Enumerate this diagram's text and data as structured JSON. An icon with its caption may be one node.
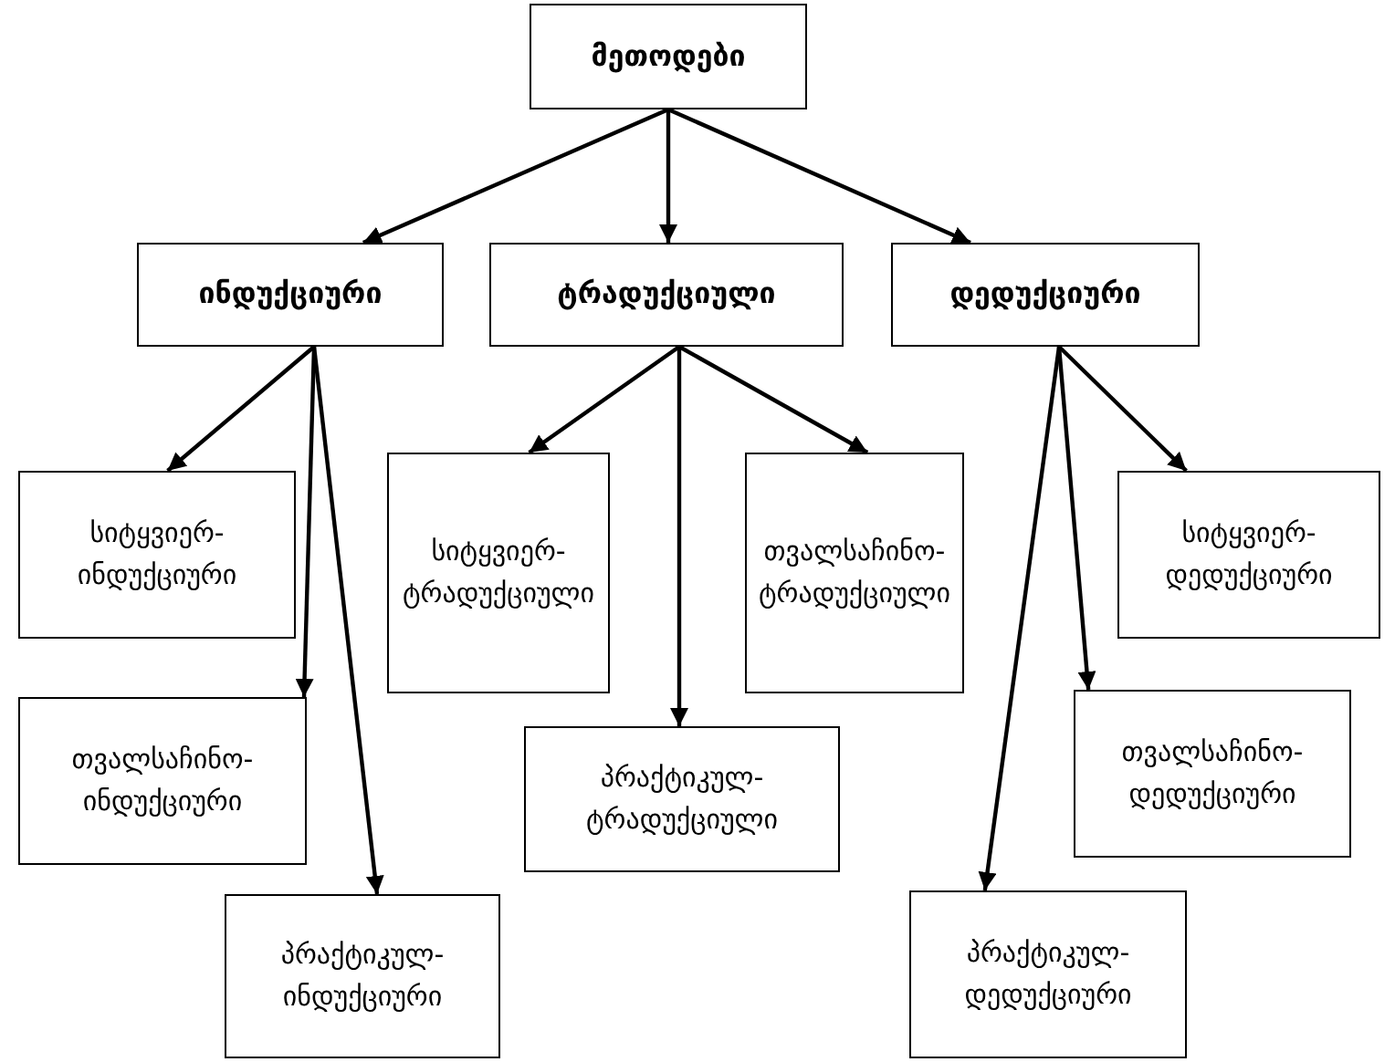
{
  "diagram": {
    "nodes": [
      {
        "text": [
          "მეთოდები"
        ]
      },
      {
        "text": [
          "ინდუქციური"
        ]
      },
      {
        "text": [
          "ტრადუქციული"
        ]
      },
      {
        "text": [
          "დედუქციური"
        ]
      },
      {
        "text": [
          "სიტყვიერ-ინდუქციური"
        ]
      },
      {
        "text": [
          "თვალსაჩინო-ინდუქციური"
        ]
      },
      {
        "text": [
          "პრაქტიკულ-ინდუქციური"
        ]
      },
      {
        "text": [
          "სიტყვიერ-ტრადუქციული"
        ]
      },
      {
        "text": [
          "თვალსაჩინო-ტრადუქციული"
        ]
      },
      {
        "text": [
          "პრაქტიკულ-ტრადუქციული"
        ]
      },
      {
        "text": [
          "სიტყვიერ-დედუქციური"
        ]
      },
      {
        "text": [
          "თვალსაჩინო-დედუქციური"
        ]
      },
      {
        "text": [
          "პრაქტიკულ-დედუქციური"
        ]
      }
    ],
    "edges": [
      {
        "from": 0,
        "to": 1,
        "arrow": "to"
      },
      {
        "from": 0,
        "to": 2,
        "arrow": "to"
      },
      {
        "from": 0,
        "to": 3,
        "arrow": "to"
      },
      {
        "from": 1,
        "to": 4,
        "arrow": "to"
      },
      {
        "from": 1,
        "to": 5,
        "arrow": "to"
      },
      {
        "from": 1,
        "to": 6,
        "arrow": "to"
      },
      {
        "from": 2,
        "to": 7,
        "arrow": "to"
      },
      {
        "from": 2,
        "to": 9,
        "arrow": "to"
      },
      {
        "from": 2,
        "to": 8,
        "arrow": "to"
      },
      {
        "from": 3,
        "to": 10,
        "arrow": "to"
      },
      {
        "from": 3,
        "to": 11,
        "arrow": "to"
      },
      {
        "from": 3,
        "to": 12,
        "arrow": "to"
      }
    ]
  }
}
